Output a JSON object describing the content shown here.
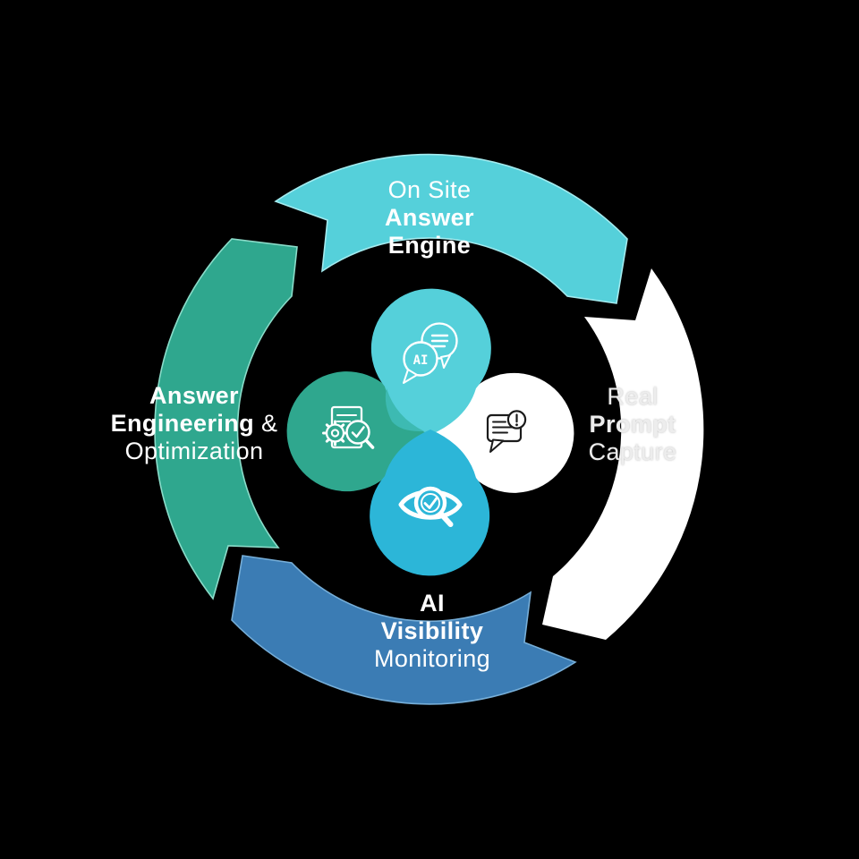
{
  "background": "#000000",
  "colors": {
    "teal": "#55d0da",
    "teal_edge": "#a3ebef",
    "green": "#2fa78e",
    "green_edge": "#8adcc9",
    "blue": "#3b7cb4",
    "blue_edge": "#76aed8",
    "white": "#ffffff",
    "cyan": "#2cb6d8",
    "overlap_teal_green": "#3dbab2",
    "icon_light": "#ffffff",
    "icon_dark": "#1b1b1b"
  },
  "labels": {
    "top": {
      "l1": "On Site",
      "l2": "Answer",
      "l3": "Engine"
    },
    "right": {
      "l1": "Real",
      "l2": "Prompt",
      "l3": "Capture"
    },
    "bottom": {
      "l1": "AI",
      "l2": "Visibility",
      "l3": "Monitoring"
    },
    "left": {
      "l1": "Answer",
      "l2a": "Engineering",
      "l2b": " &",
      "l3": "Optimization"
    }
  },
  "center": {
    "ai_bubble_text": "AI"
  }
}
